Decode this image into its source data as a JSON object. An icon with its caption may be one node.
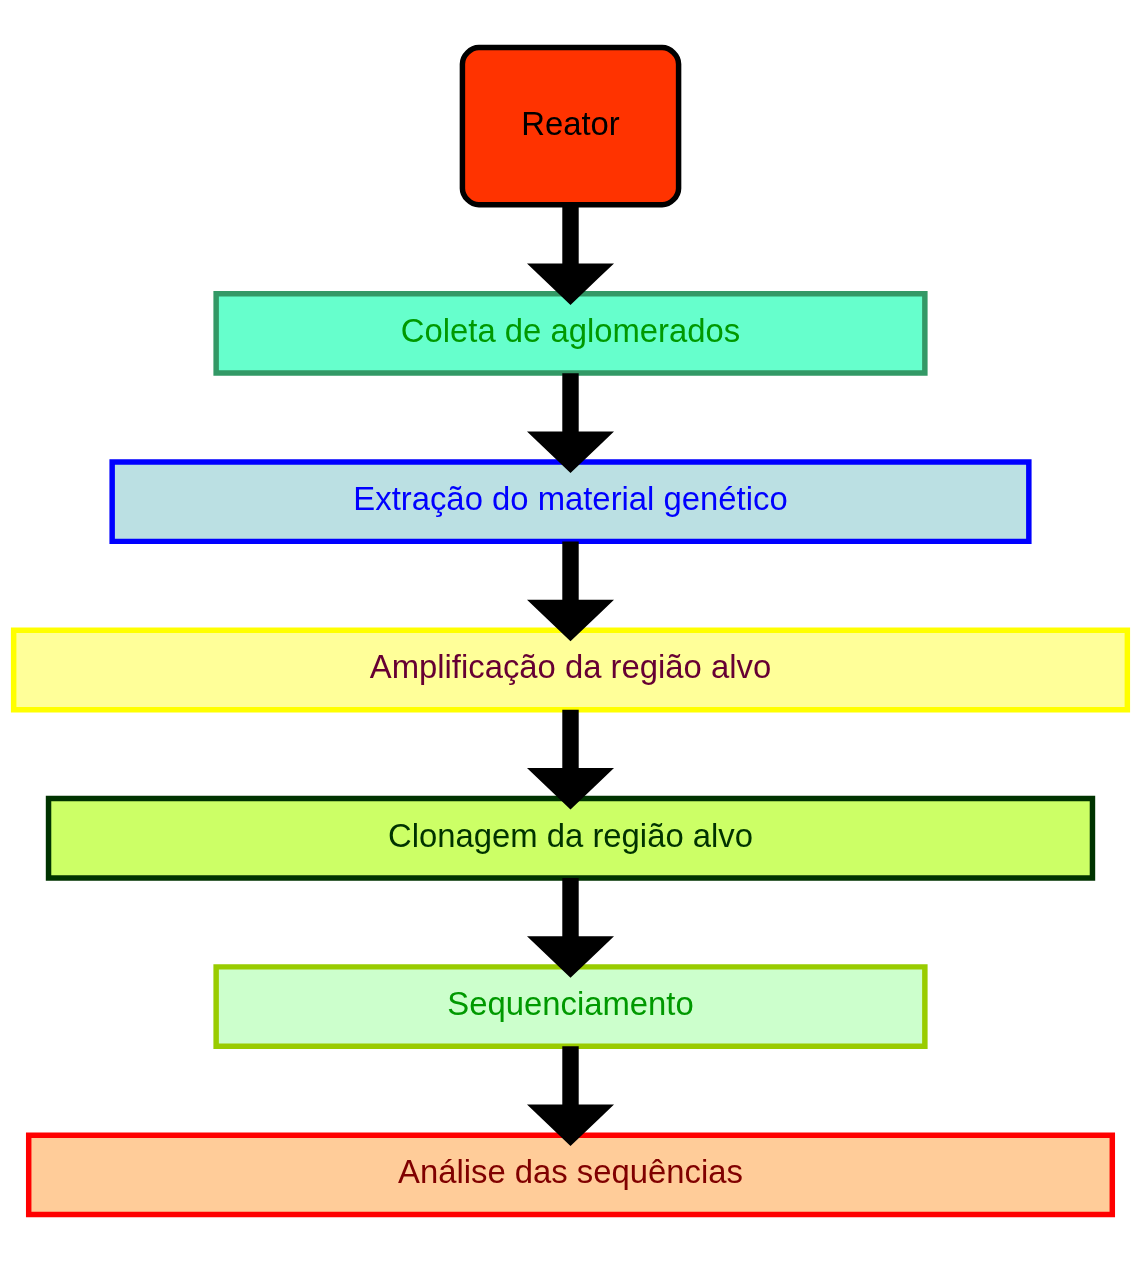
{
  "diagram": {
    "nodes": [
      {
        "text": [
          "Reator"
        ]
      },
      {
        "text": [
          "Coleta de aglomerados"
        ]
      },
      {
        "text": [
          "Extração do material genético"
        ]
      },
      {
        "text": [
          "Amplificação da região alvo"
        ]
      },
      {
        "text": [
          "Clonagem da região alvo"
        ]
      },
      {
        "text": [
          "Sequenciamento"
        ]
      },
      {
        "text": [
          "Análise das sequências"
        ]
      }
    ],
    "edges": [
      {
        "from": 0,
        "to": 1,
        "arrow": "to"
      },
      {
        "from": 1,
        "to": 2,
        "arrow": "to"
      },
      {
        "from": 2,
        "to": 3,
        "arrow": "to"
      },
      {
        "from": 3,
        "to": 4,
        "arrow": "to"
      },
      {
        "from": 4,
        "to": 5,
        "arrow": "to"
      },
      {
        "from": 5,
        "to": 6,
        "arrow": "to"
      }
    ]
  }
}
